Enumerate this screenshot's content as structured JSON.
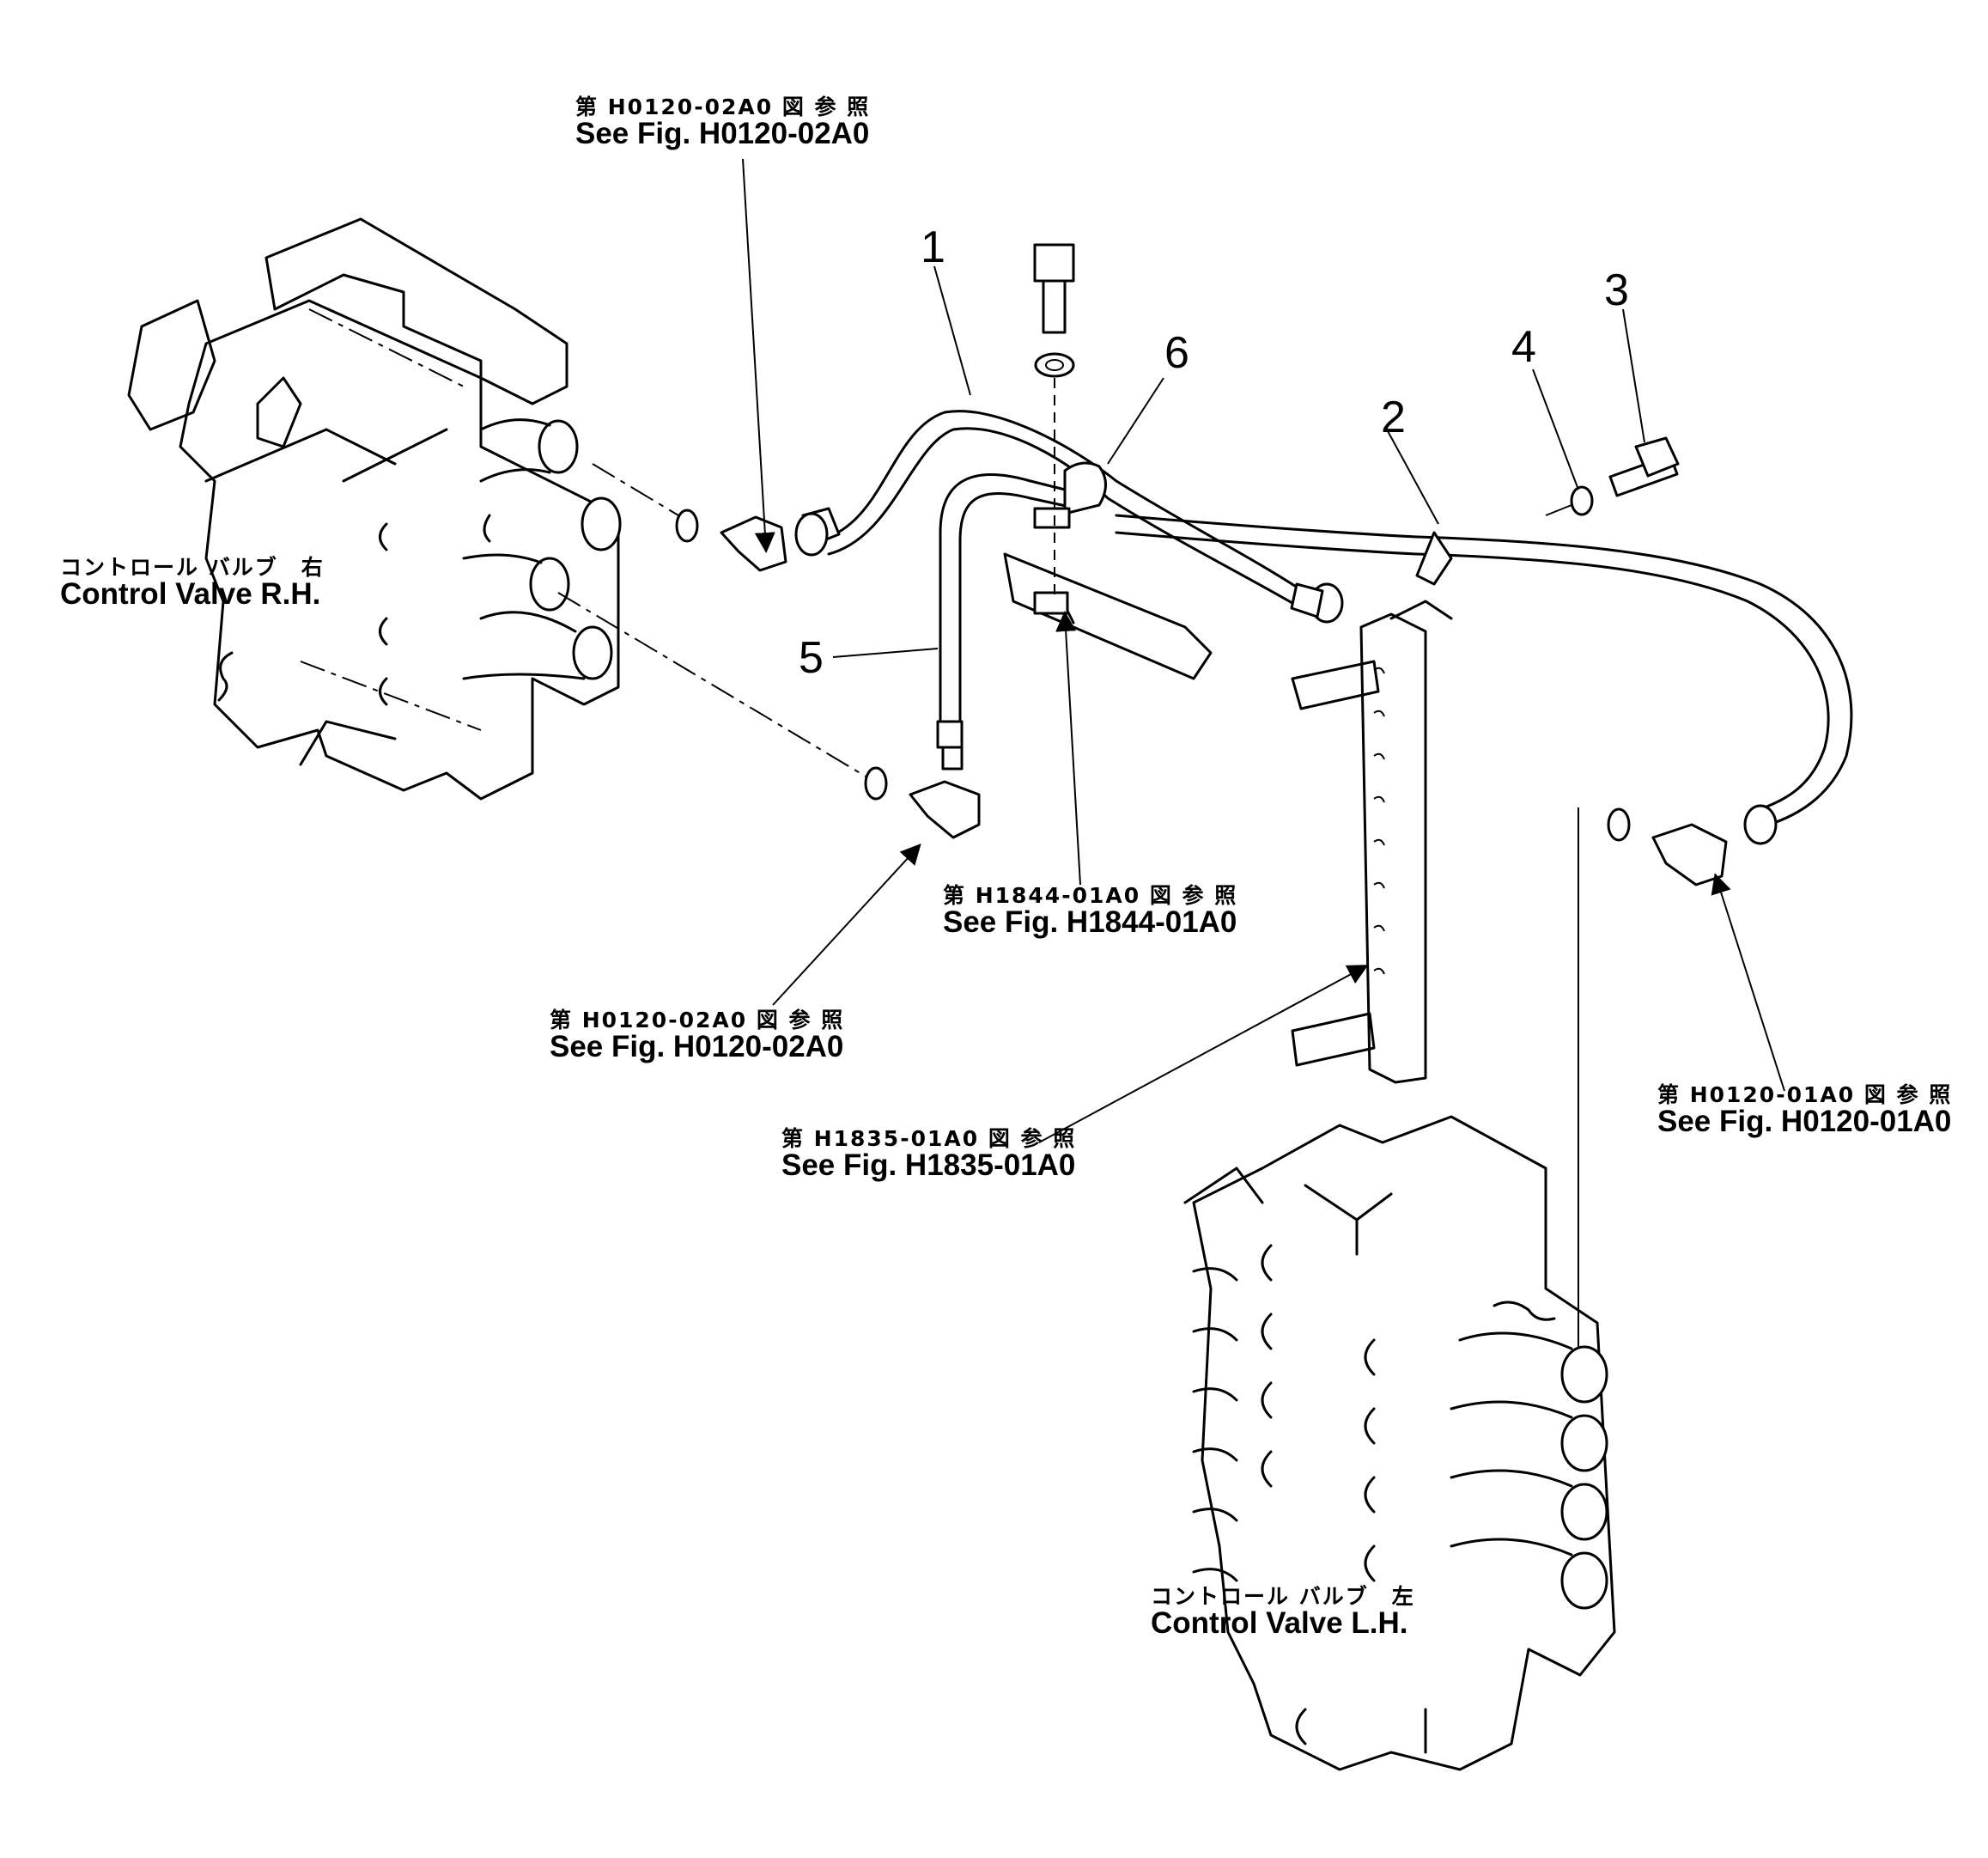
{
  "references": {
    "top_left": {
      "jp": "第 H0120-02A0 図 参 照",
      "en": "See Fig. H0120-02A0"
    },
    "lower_left": {
      "jp": "第 H0120-02A0 図 参 照",
      "en": "See Fig. H0120-02A0"
    },
    "center": {
      "jp": "第 H1844-01A0 図 参 照",
      "en": "See Fig. H1844-01A0"
    },
    "manifold": {
      "jp": "第 H1835-01A0 図 参 照",
      "en": "See Fig. H1835-01A0"
    },
    "right": {
      "jp": "第 H0120-01A0 図 参 照",
      "en": "See Fig. H0120-01A0"
    }
  },
  "valves": {
    "rh": {
      "jp": "コントロール バルブ　右",
      "en": "Control Valve R.H."
    },
    "lh": {
      "jp": "コントロール バルブ　左",
      "en": "Control Valve L.H."
    }
  },
  "part_numbers": [
    "1",
    "2",
    "3",
    "4",
    "5",
    "6"
  ]
}
